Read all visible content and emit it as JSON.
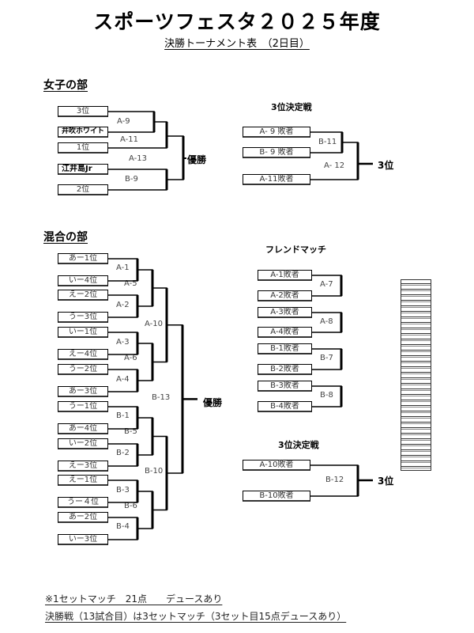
{
  "header": {
    "title": "スポーツフェスタ２０２５年度",
    "subtitle": "決勝トーナメント表　（2日目）"
  },
  "women": {
    "section_title": "女子の部",
    "entries": [
      "3位",
      "井吹ホワイト",
      "1位",
      "江井島Jr",
      "2位"
    ],
    "matches": {
      "a9": "A-9",
      "a11": "A-11",
      "a13": "A-13",
      "b9": "B-9"
    },
    "champion_label": "優勝",
    "third_place": {
      "title": "3位決定戦",
      "entries": [
        "A- 9 敗者",
        "B- 9 敗者",
        "A-11敗者"
      ],
      "matches": {
        "b11": "B-11",
        "a12": "A- 12"
      },
      "result_label": "3位"
    }
  },
  "mixed": {
    "section_title": "混合の部",
    "entries": [
      "あー1位",
      "いー4位",
      "えー2位",
      "うー3位",
      "いー1位",
      "えー4位",
      "うー2位",
      "あー3位",
      "うー1位",
      "あー4位",
      "いー2位",
      "えー3位",
      "えー1位",
      "うー４位",
      "あー2位",
      "いー3位"
    ],
    "matches": {
      "a1": "A-1",
      "a2": "A-2",
      "a3": "A-3",
      "a4": "A-4",
      "a5": "A-5",
      "a6": "A-6",
      "a10": "A-10",
      "b1": "B-1",
      "b2": "B-2",
      "b3": "B-3",
      "b4": "B-4",
      "b5": "B-5",
      "b6": "B-6",
      "b10": "B-10",
      "b13": "B-13"
    },
    "champion_label": "優勝",
    "friend_match": {
      "title": "フレンドマッチ",
      "entries": [
        "A-1敗者",
        "A-2敗者",
        "A-3敗者",
        "A-4敗者",
        "B-1敗者",
        "B-2敗者",
        "B-3敗者",
        "B-4敗者"
      ],
      "matches": [
        "A-7",
        "A-8",
        "B-7",
        "B-8"
      ]
    },
    "third_place": {
      "title": "3位決定戦",
      "entries": [
        "A-10敗者",
        "B-10敗者"
      ],
      "match": "B-12",
      "result_label": "3位"
    }
  },
  "footer": {
    "line1": "※1セットマッチ　21点　　デュースあり",
    "line2": "決勝戦（13試合目）は3セットマッチ（3セット目15点デュースあり）"
  }
}
